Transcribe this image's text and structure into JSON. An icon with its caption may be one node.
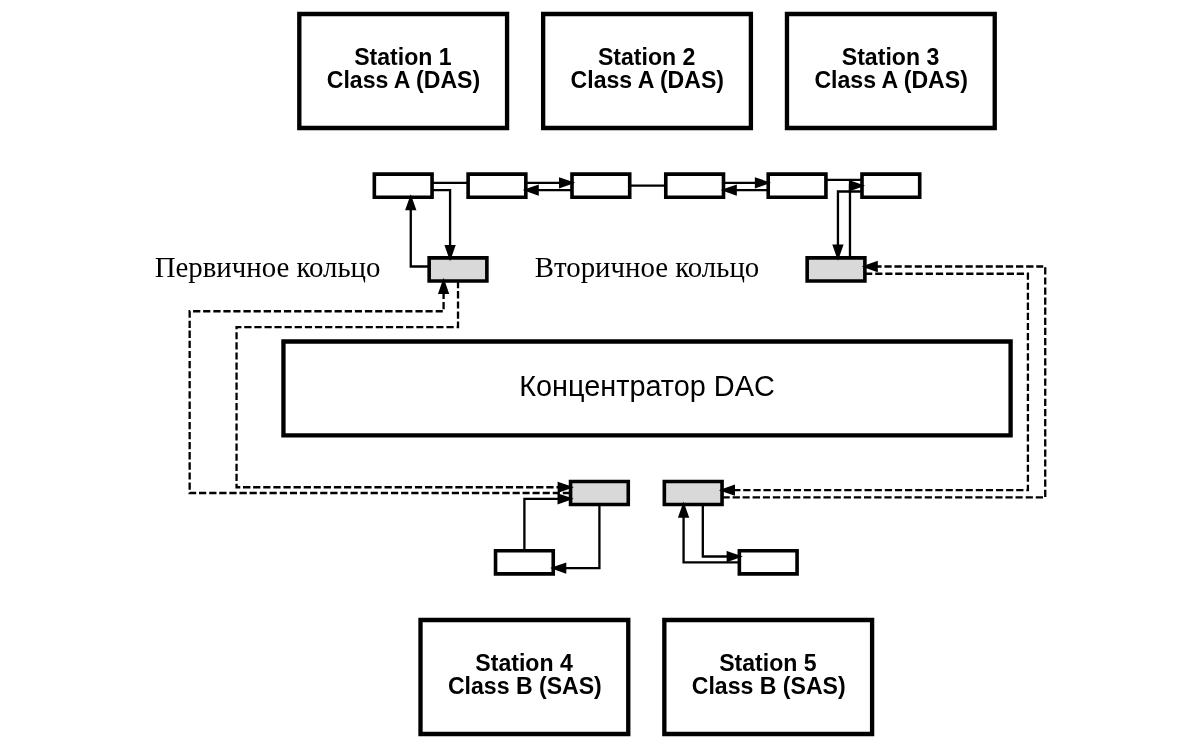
{
  "diagram": {
    "nodes": [
      {
        "text": [
          "Station 1",
          "Class A (DAS)"
        ]
      },
      {
        "text": [],
        "shape": "box"
      },
      {
        "text": [],
        "shape": "box"
      },
      {
        "text": [
          "Station 2",
          "Class A (DAS)"
        ]
      },
      {
        "text": [],
        "shape": "box"
      },
      {
        "text": [],
        "shape": "box"
      },
      {
        "text": [
          "Station 3",
          "Class A (DAS)"
        ]
      },
      {
        "text": [],
        "shape": "box"
      },
      {
        "text": [],
        "shape": "box"
      },
      {
        "text": [
          "Концентратор DAC"
        ]
      },
      {
        "text": [],
        "shape": "box"
      },
      {
        "text": [],
        "shape": "box"
      },
      {
        "text": [],
        "shape": "box"
      },
      {
        "text": [],
        "shape": "box"
      },
      {
        "text": [
          "Station 4",
          "Class B (SAS)"
        ]
      },
      {
        "text": [],
        "shape": "box"
      },
      {
        "text": [
          "Station 5",
          "Class B (SAS)"
        ]
      },
      {
        "text": [],
        "shape": "box"
      }
    ],
    "edges": [
      {
        "from": 2,
        "to": 4,
        "arrow": "to"
      },
      {
        "from": 4,
        "to": 2,
        "arrow": "to"
      },
      {
        "from": 5,
        "to": 7,
        "arrow": "to"
      },
      {
        "from": 7,
        "to": 5,
        "arrow": "to"
      },
      {
        "from": 1,
        "to": 10,
        "arrow": "to"
      },
      {
        "from": 10,
        "to": 1,
        "arrow": "to"
      },
      {
        "from": 8,
        "to": 11,
        "arrow": "to"
      },
      {
        "from": 11,
        "to": 8,
        "arrow": "to"
      },
      {
        "from": 12,
        "to": 15,
        "arrow": "to"
      },
      {
        "from": 15,
        "to": 12,
        "arrow": "to"
      },
      {
        "from": 13,
        "to": 17,
        "arrow": "to"
      },
      {
        "from": 17,
        "to": 13,
        "arrow": "to"
      },
      {
        "from": 1,
        "to": 2,
        "arrow": "none"
      },
      {
        "from": 4,
        "to": 5,
        "arrow": "none"
      },
      {
        "from": 7,
        "to": 8,
        "arrow": "none"
      },
      {
        "from": 10,
        "to": 12,
        "arrow": "to",
        "style": "dashed"
      },
      {
        "from": 12,
        "to": 10,
        "arrow": "to",
        "style": "dashed"
      },
      {
        "from": 11,
        "to": 13,
        "arrow": "to",
        "style": "dashed"
      },
      {
        "from": 13,
        "to": 11,
        "arrow": "to",
        "style": "dashed"
      }
    ],
    "labels": [
      "Вторичное кольцо",
      "Первичное кольцо"
    ]
  }
}
